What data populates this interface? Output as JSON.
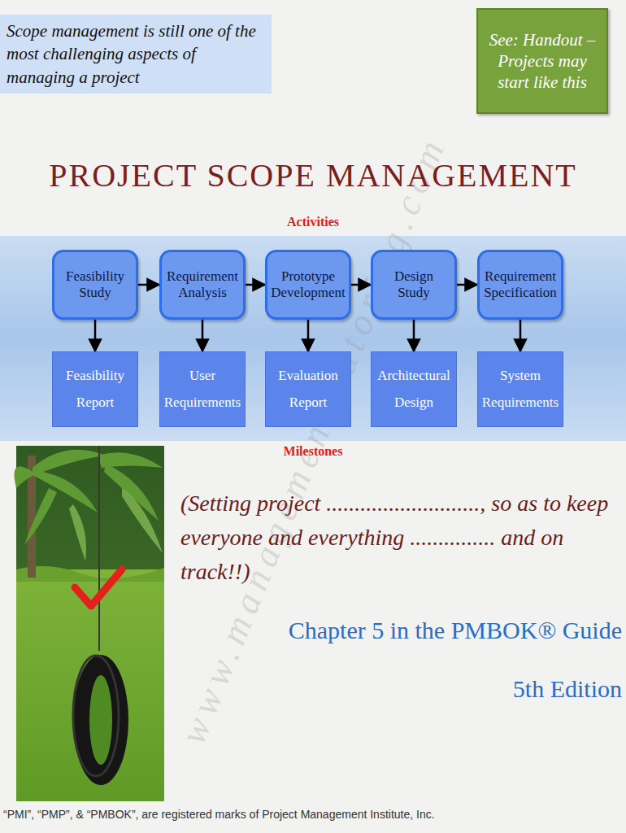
{
  "diagram": {
    "title": "PROJECT SCOPE MANAGEMENT",
    "nodes": [
      {
        "text": [
          "Scope management is still one of the most challenging aspects of managing a project"
        ]
      },
      {
        "text": [
          "See: Handout –Projects may start like this"
        ]
      },
      {
        "text": [
          "Feasibility Study"
        ]
      },
      {
        "text": [
          "Requirement Analysis"
        ]
      },
      {
        "text": [
          "Prototype Development"
        ]
      },
      {
        "text": [
          "Design Study"
        ]
      },
      {
        "text": [
          "Requirement Specification"
        ]
      },
      {
        "text": [
          "Feasibility Report"
        ]
      },
      {
        "text": [
          "User Requirements"
        ]
      },
      {
        "text": [
          "Evaluation Report"
        ]
      },
      {
        "text": [
          "Architectural Design"
        ]
      },
      {
        "text": [
          "System Requirements"
        ]
      }
    ],
    "edges": [
      {
        "from": 2,
        "to": 3,
        "arrow": "to"
      },
      {
        "from": 3,
        "to": 4,
        "arrow": "to"
      },
      {
        "from": 4,
        "to": 5,
        "arrow": "to"
      },
      {
        "from": 5,
        "to": 6,
        "arrow": "to"
      },
      {
        "from": 2,
        "to": 7,
        "arrow": "to"
      },
      {
        "from": 3,
        "to": 8,
        "arrow": "to"
      },
      {
        "from": 4,
        "to": 9,
        "arrow": "to"
      },
      {
        "from": 5,
        "to": 10,
        "arrow": "to"
      },
      {
        "from": 6,
        "to": 11,
        "arrow": "to"
      }
    ],
    "labels": [
      "Activities",
      "Milestones",
      "(Setting project ..........................., so as to keep everyone and everything ............... and on track!!)",
      "Chapter 5 in the PMBOK® Guide",
      "5th Edition",
      "“PMI”, “PMP”, & “PMBOK”, are registered marks of Project Management Institute, Inc.",
      "www.management-tutoring.com"
    ]
  }
}
